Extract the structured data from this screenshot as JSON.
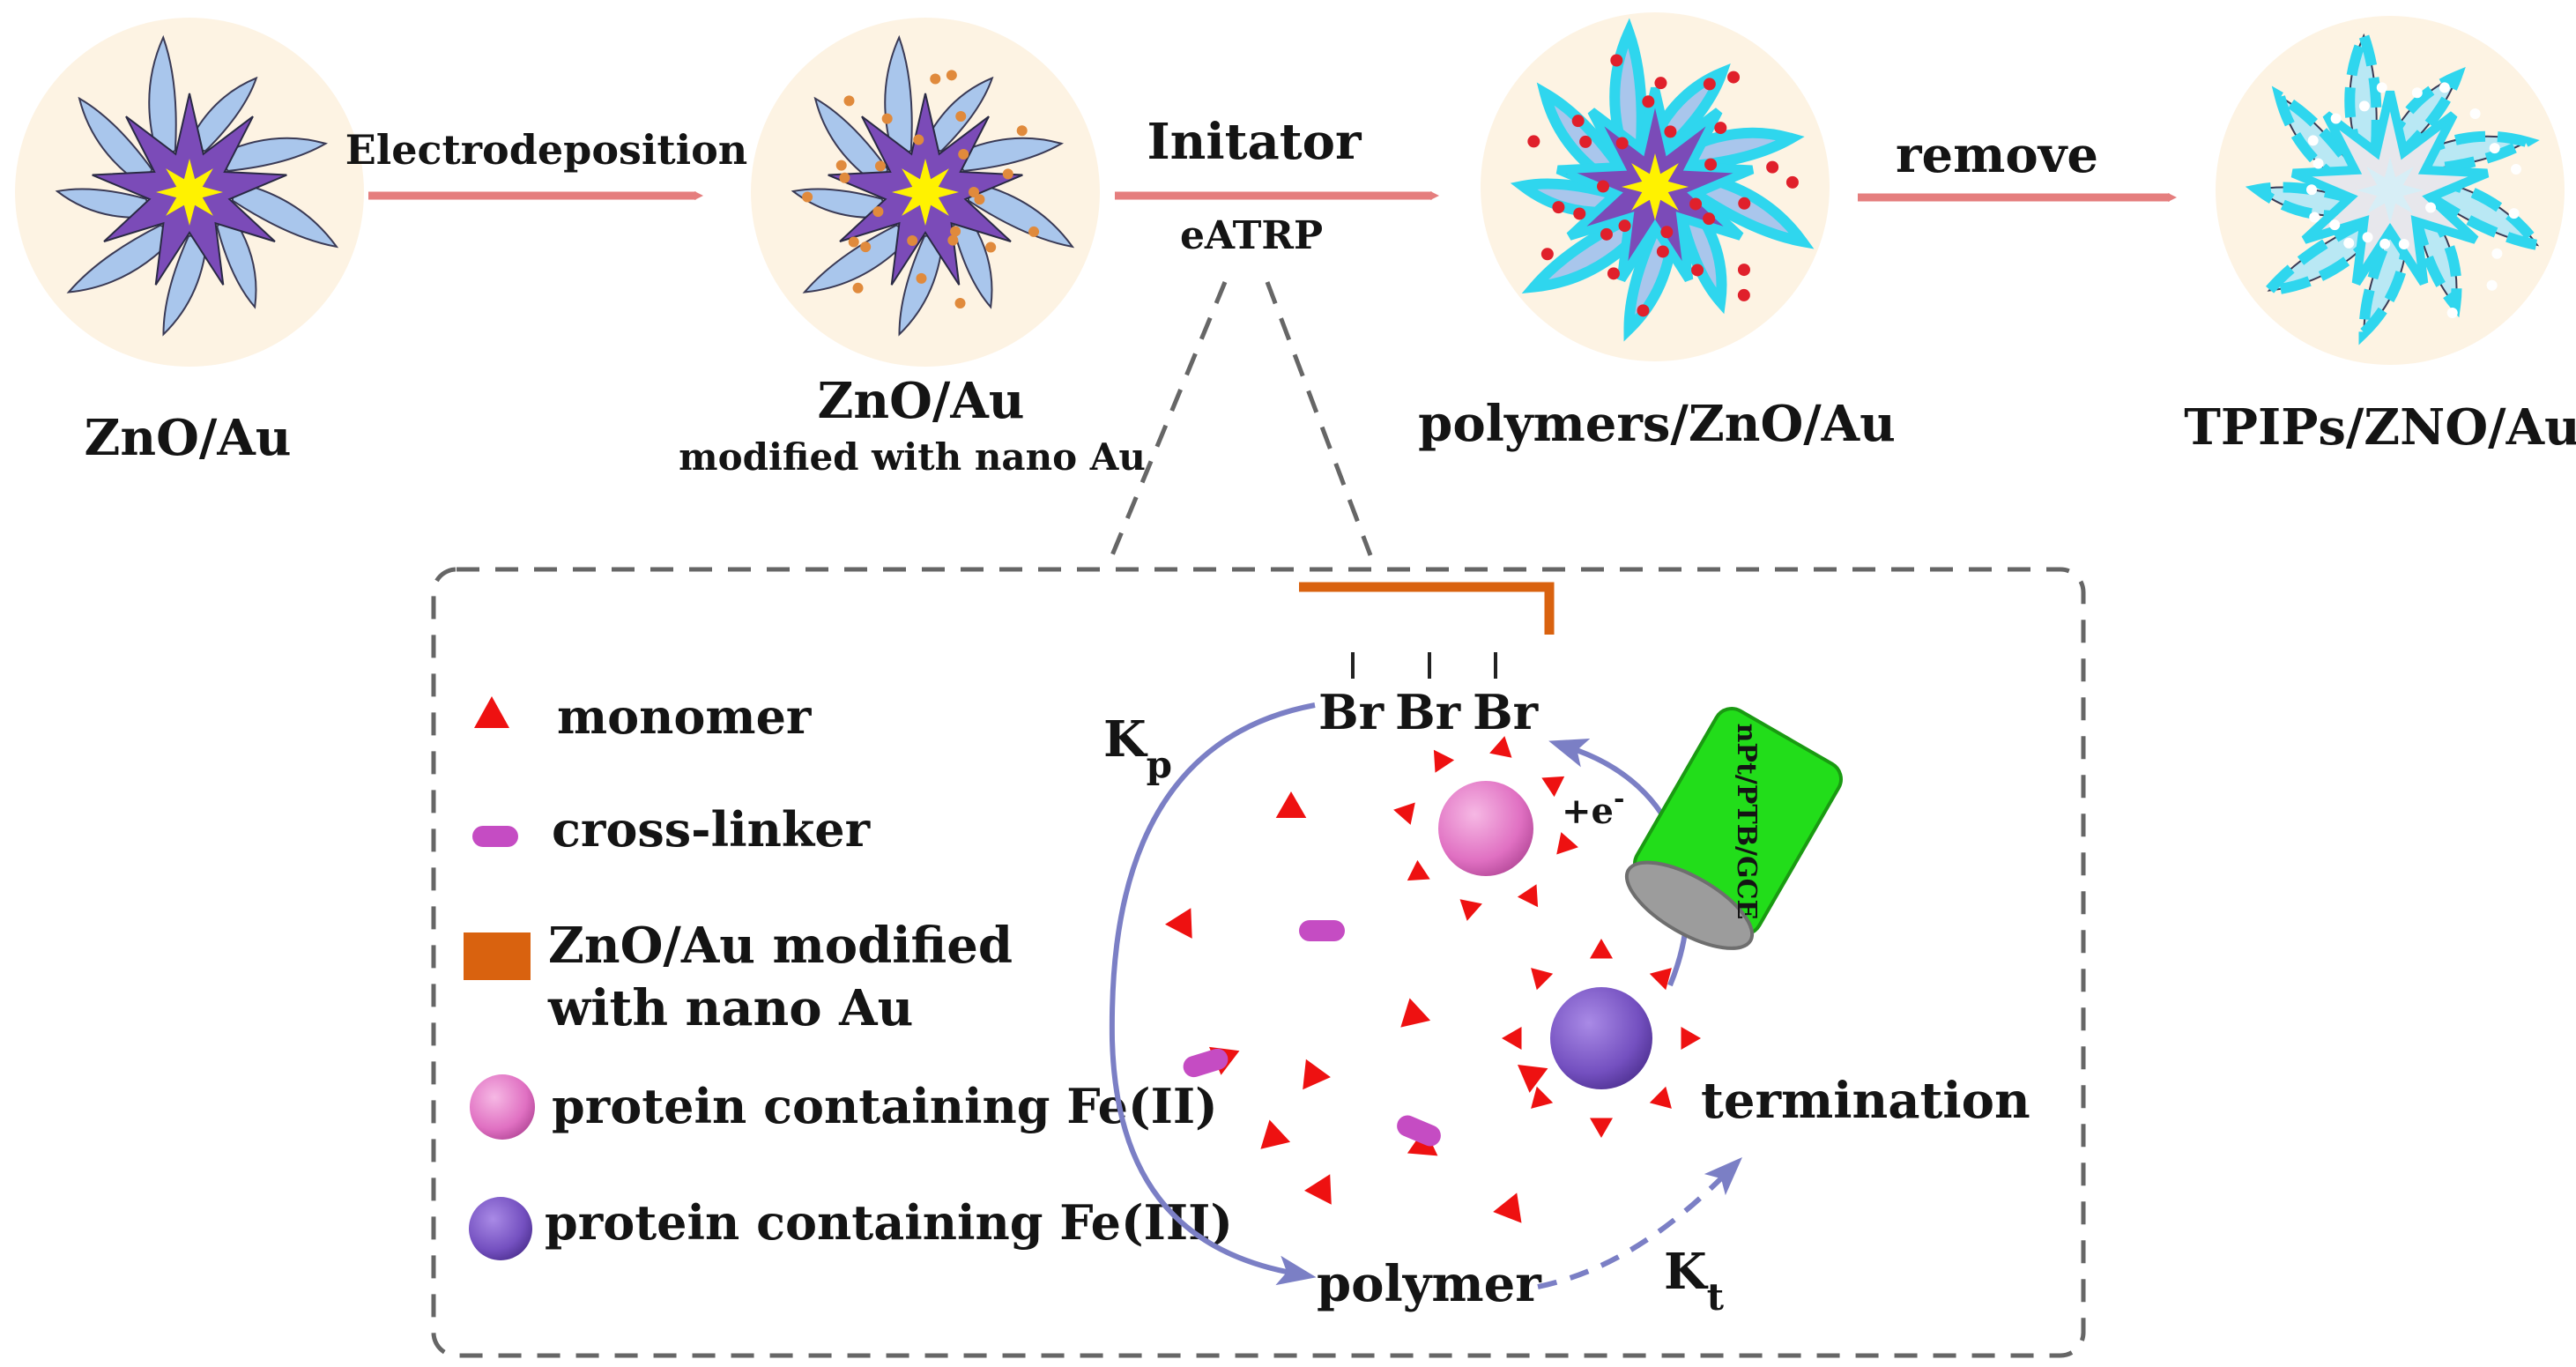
{
  "stages": [
    {
      "label": "ZnO/Au",
      "sublabel": ""
    },
    {
      "label": "ZnO/Au",
      "sublabel": "modified with nano Au"
    },
    {
      "label": "polymers/ZnO/Au",
      "sublabel": ""
    },
    {
      "label": "TPIPs/ZNO/Au",
      "sublabel": ""
    }
  ],
  "arrows": [
    {
      "label": "Electrodeposition",
      "sublabel": ""
    },
    {
      "label": "Initator",
      "sublabel": "eATRP"
    },
    {
      "label": "remove",
      "sublabel": ""
    }
  ],
  "legend": {
    "monomer": "monomer",
    "crosslinker": "cross-linker",
    "zno_line1": "ZnO/Au modified",
    "zno_line2": "with nano Au",
    "fe2": "protein containing Fe(II)",
    "fe3": "protein containing Fe(III)"
  },
  "mechanism": {
    "br": [
      "Br",
      "Br",
      "Br"
    ],
    "kp_main": "K",
    "kp_sub": "p",
    "electron": "+e",
    "electron_sup": "-",
    "electrode": "nPt/PTB/GCE",
    "termination": "termination",
    "polymer": "polymer",
    "kt_main": "K",
    "kt_sub": "t"
  },
  "colors": {
    "bubble": "#fdf3e3",
    "petal_blue": "#a9c6ec",
    "star_purple": "#7b4bb8",
    "core_yellow": "#fff200",
    "nano_au": "#e08a3c",
    "polymer_cyan": "#2fd6ee",
    "imprint_red": "#e0202b",
    "flow_arrow": "#e57e7e",
    "monomer_red": "#ee1111",
    "crosslinker": "#c54cc3",
    "zno_orange": "#d9620f",
    "fe2_pink": "#e070c2",
    "fe3_purple": "#7450c0",
    "cycle_arrow": "#7b7fc5",
    "electrode_green": "#22dd1a"
  }
}
